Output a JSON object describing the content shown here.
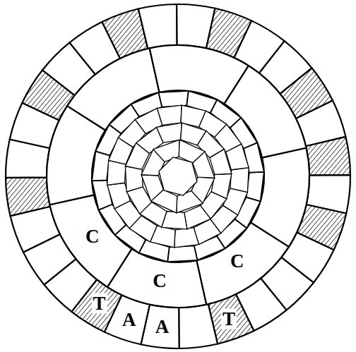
{
  "diagram": {
    "labels": [
      "C",
      "C",
      "C",
      "T",
      "T",
      "A",
      "A"
    ]
  }
}
